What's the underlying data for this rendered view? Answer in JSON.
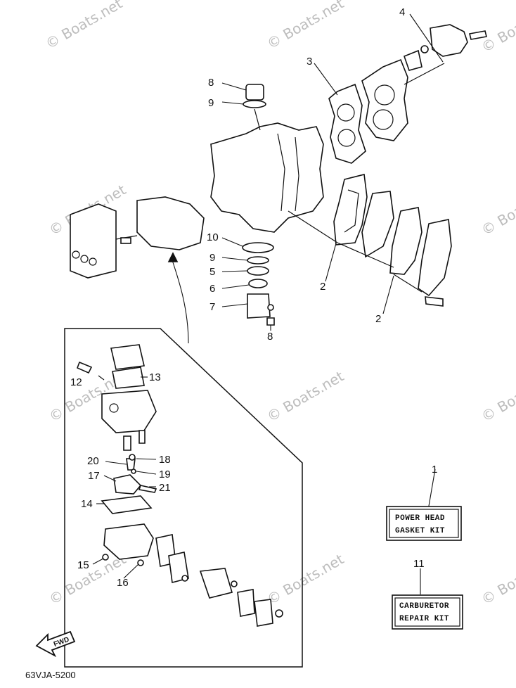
{
  "watermark": "© Boats.net",
  "diagram_code": "63VJA-5200",
  "fwd_label": "FWD",
  "kits": {
    "power_head": {
      "line1": "POWER HEAD",
      "line2": "GASKET KIT",
      "callout": "1"
    },
    "carburetor": {
      "line1": "CARBURETOR",
      "line2": "REPAIR KIT",
      "callout": "11"
    }
  },
  "callouts": {
    "c2a": "2",
    "c2b": "2",
    "c3": "3",
    "c4": "4",
    "c5": "5",
    "c6": "6",
    "c7": "7",
    "c8a": "8",
    "c8b": "8",
    "c9a": "9",
    "c9b": "9",
    "c10": "10",
    "c12": "12",
    "c13": "13",
    "c14": "14",
    "c15": "15",
    "c16": "16",
    "c17": "17",
    "c18": "18",
    "c19": "19",
    "c20": "20",
    "c21": "21"
  }
}
